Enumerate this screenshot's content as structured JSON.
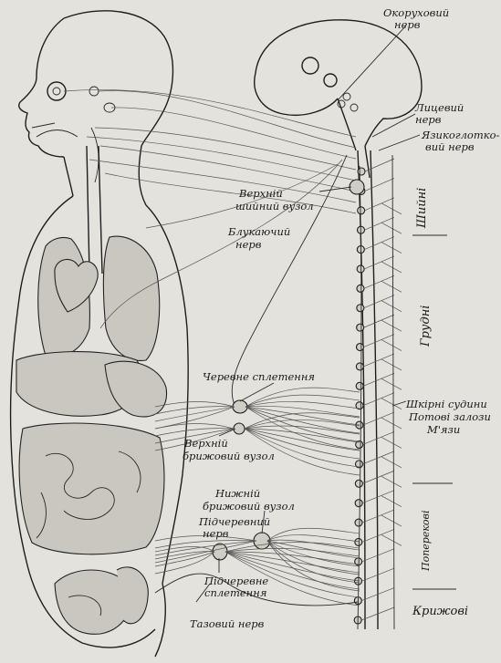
{
  "labels": {
    "oculomotor_nerve": [
      "Окоруховий",
      "нерв"
    ],
    "facial_nerve": [
      "Лицевий",
      "нерв"
    ],
    "glossopharyngeal_nerve": [
      "Язикоглотко-",
      "вий нерв"
    ],
    "superior_cervical_ganglion": [
      "Верхній",
      "шийний вузол"
    ],
    "vagus_nerve": [
      "Блукаючий",
      "нерв"
    ],
    "celiac_plexus": "Черевне сплетення",
    "skin_vessels": "Шкірні судини",
    "sweat_glands": "Потові залози",
    "muscles": "М'язи",
    "superior_mesenteric_ganglion": [
      "Верхній",
      "брижовий вузол"
    ],
    "inferior_mesenteric_ganglion": [
      "Нижній",
      "брижовий вузол"
    ],
    "hypogastric_nerve": [
      "Підчеревний",
      "нерв"
    ],
    "hypogastric_plexus": [
      "Підчеревне",
      "сплетення"
    ],
    "pelvic_nerve": "Тазовий нерв"
  },
  "regions": {
    "cervical": "Шийні",
    "thoracic": "Грудні",
    "lumbar": "Поперекові",
    "sacral": "Крижові"
  }
}
